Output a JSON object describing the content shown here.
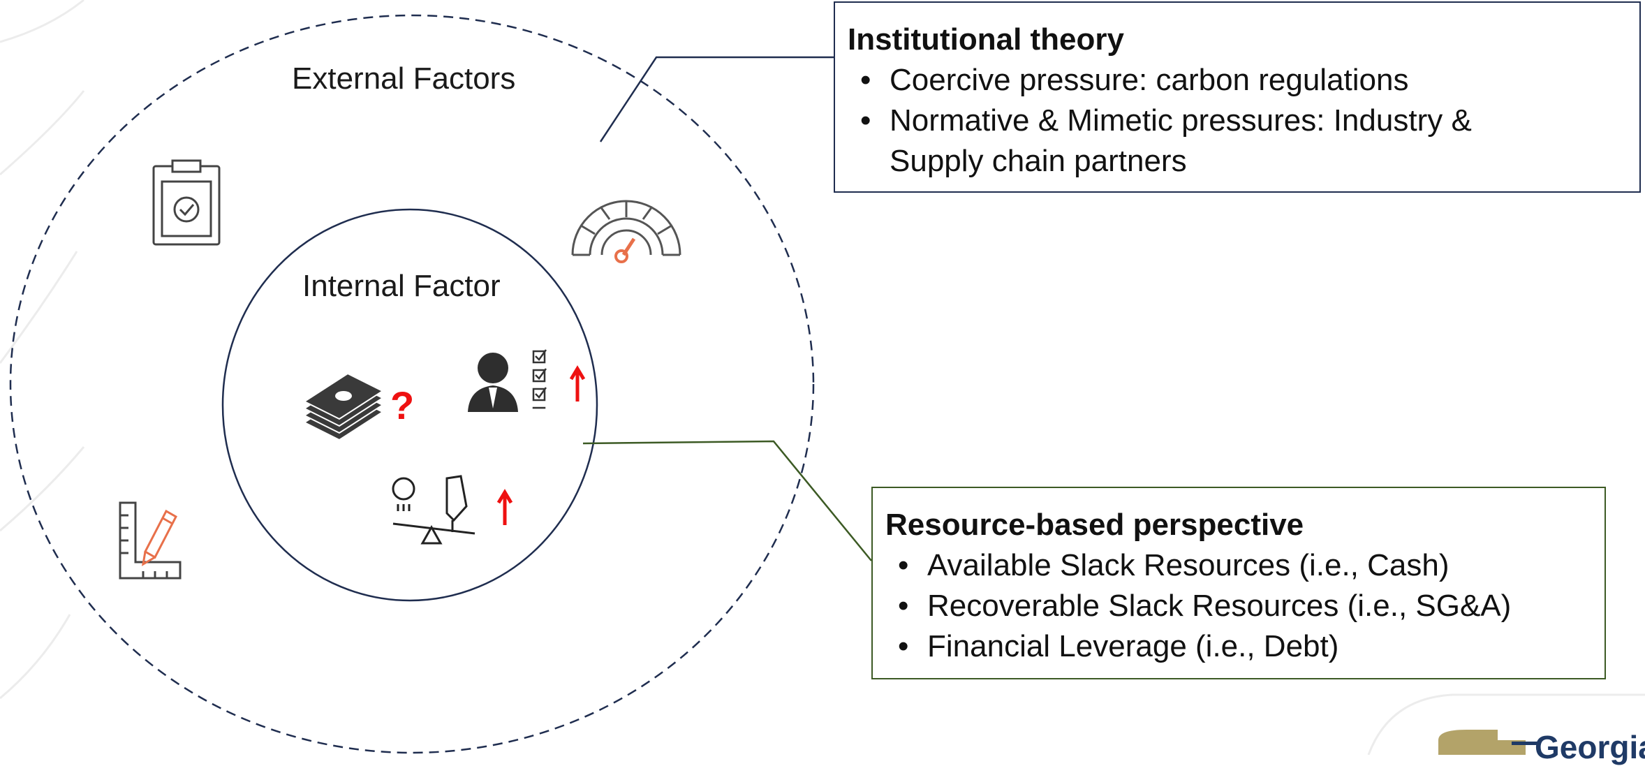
{
  "diagram": {
    "external_label": "External Factors",
    "internal_label": "Internal Factor",
    "question_mark": "?"
  },
  "institutional": {
    "title": "Institutional theory",
    "items": [
      "Coercive pressure: carbon regulations",
      "Normative & Mimetic pressures: Industry &",
      "Supply chain partners"
    ],
    "border_color": "#1f2d4f"
  },
  "resource": {
    "title": "Resource-based perspective",
    "items": [
      "Available Slack Resources (i.e., Cash)",
      "Recoverable Slack Resources (i.e., SG&A)",
      "Financial Leverage (i.e., Debt)"
    ],
    "border_color": "#3c5a24"
  },
  "logo": {
    "text": "Georgia"
  },
  "icons": [
    "clipboard-check-icon",
    "gauge-icon",
    "ruler-pencil-icon",
    "money-stack-icon",
    "businessman-checklist-icon",
    "balance-scale-icon",
    "up-arrow-icon"
  ],
  "colors": {
    "accent_red": "#ee1111",
    "gauge_orange": "#e8704a",
    "logo_gold": "#b3a369",
    "logo_navy": "#1f3a66"
  }
}
